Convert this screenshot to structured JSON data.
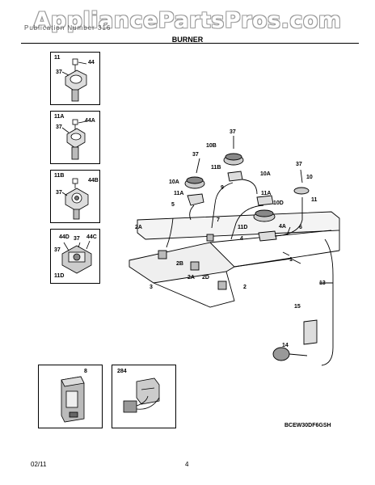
{
  "watermark": "AppliancePartsPros.com",
  "header": {
    "text": "Publication Number 316",
    "section_title": "BURNER"
  },
  "insets": [
    {
      "id": "11",
      "callouts": [
        "44",
        "37"
      ]
    },
    {
      "id": "11A",
      "callouts": [
        "44A",
        "37"
      ]
    },
    {
      "id": "11B",
      "callouts": [
        "44B",
        "37"
      ]
    },
    {
      "id": "11D",
      "callouts": [
        "44D",
        "37",
        "44C",
        "37"
      ]
    },
    {
      "id": "8",
      "callouts": []
    },
    {
      "id": "284",
      "callouts": []
    }
  ],
  "callouts": {
    "c37a": "37",
    "c37b": "37",
    "c37c": "37",
    "c10b": "10B",
    "c11b": "11B",
    "c10a_l": "10A",
    "c10a_r": "10A",
    "c10": "10",
    "c11a_l": "11A",
    "c11a_r": "11A",
    "c9": "9",
    "c10d": "10D",
    "c11": "11",
    "c5": "5",
    "c7": "7",
    "c2a_l": "2A",
    "c2a_m": "2A",
    "c2b": "2B",
    "c2d": "2D",
    "c11d": "11D",
    "c4": "4",
    "c4a": "4A",
    "c6": "6",
    "c1": "1",
    "c2": "2",
    "c3": "3",
    "c13": "13",
    "c15": "15",
    "c14": "14"
  },
  "model_code": "BCEW30DF6GSH",
  "footer": {
    "date": "02/11",
    "page": "4"
  }
}
